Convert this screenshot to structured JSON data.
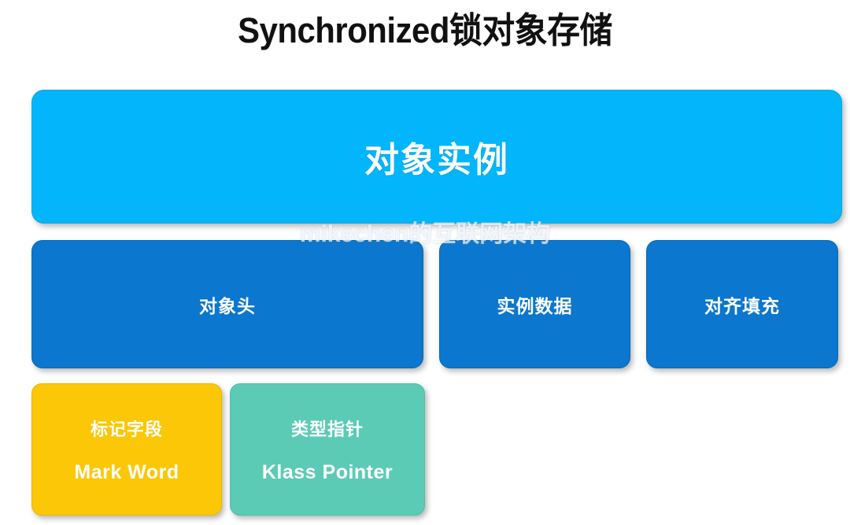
{
  "slide": {
    "title": "Synchronized锁对象存储",
    "watermark": "mikechen的互联网架构",
    "background_color": "#ffffff"
  },
  "boxes": {
    "object_instance": {
      "label": "对象实例",
      "color": "#03b6fb"
    },
    "object_header": {
      "label": "对象头",
      "color": "#0b77ce"
    },
    "instance_data": {
      "label": "实例数据",
      "color": "#0b77ce"
    },
    "alignment_padding": {
      "label": "对齐填充",
      "color": "#0b77ce"
    },
    "mark_word": {
      "label_cn": "标记字段",
      "label_en": "Mark Word",
      "color": "#fbc707"
    },
    "klass_pointer": {
      "label_cn": "类型指针",
      "label_en": "Klass Pointer",
      "color": "#5ccbb5"
    }
  }
}
